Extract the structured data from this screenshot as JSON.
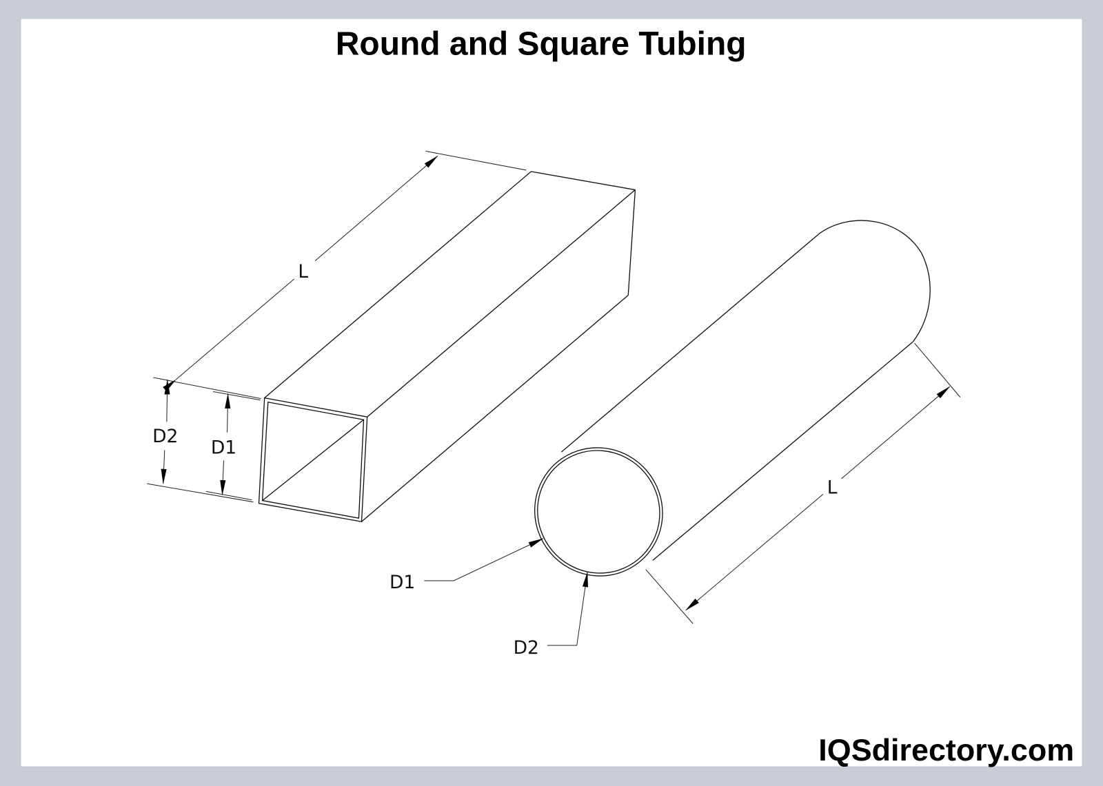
{
  "title": "Round and Square Tubing",
  "logo": "IQSdirectory.com",
  "square_tube": {
    "length_label": "L",
    "outer_label": "D2",
    "inner_label": "D1"
  },
  "round_tube": {
    "length_label": "L",
    "inner_label": "D1",
    "outer_label": "D2"
  },
  "colors": {
    "frame": "#c9cdd5",
    "background": "#ffffff",
    "line": "#111111"
  }
}
